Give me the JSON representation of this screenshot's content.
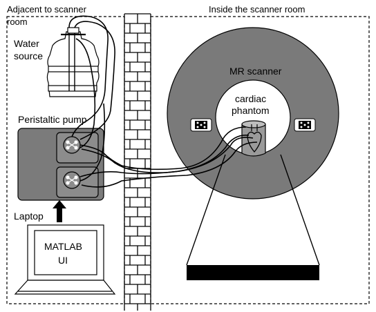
{
  "labels": {
    "adjacent_room_line1": "Adjacent to scanner",
    "adjacent_room_line2": "room",
    "inside_room": "Inside the scanner room",
    "water_line1": "Water",
    "water_line2": "source",
    "pump": "Peristaltic pump",
    "laptop": "Laptop",
    "laptop_screen_line1": "MATLAB",
    "laptop_screen_line2": "UI",
    "scanner": "MR scanner",
    "phantom_line1": "cardiac",
    "phantom_line2": "phantom"
  },
  "colors": {
    "scanner_ring": "#7a7a7a",
    "pump_body": "#7b7b7b",
    "pump_head": "#8c8c8c",
    "bore": "#ffffff",
    "table_base": "#000000",
    "line": "#000000"
  }
}
